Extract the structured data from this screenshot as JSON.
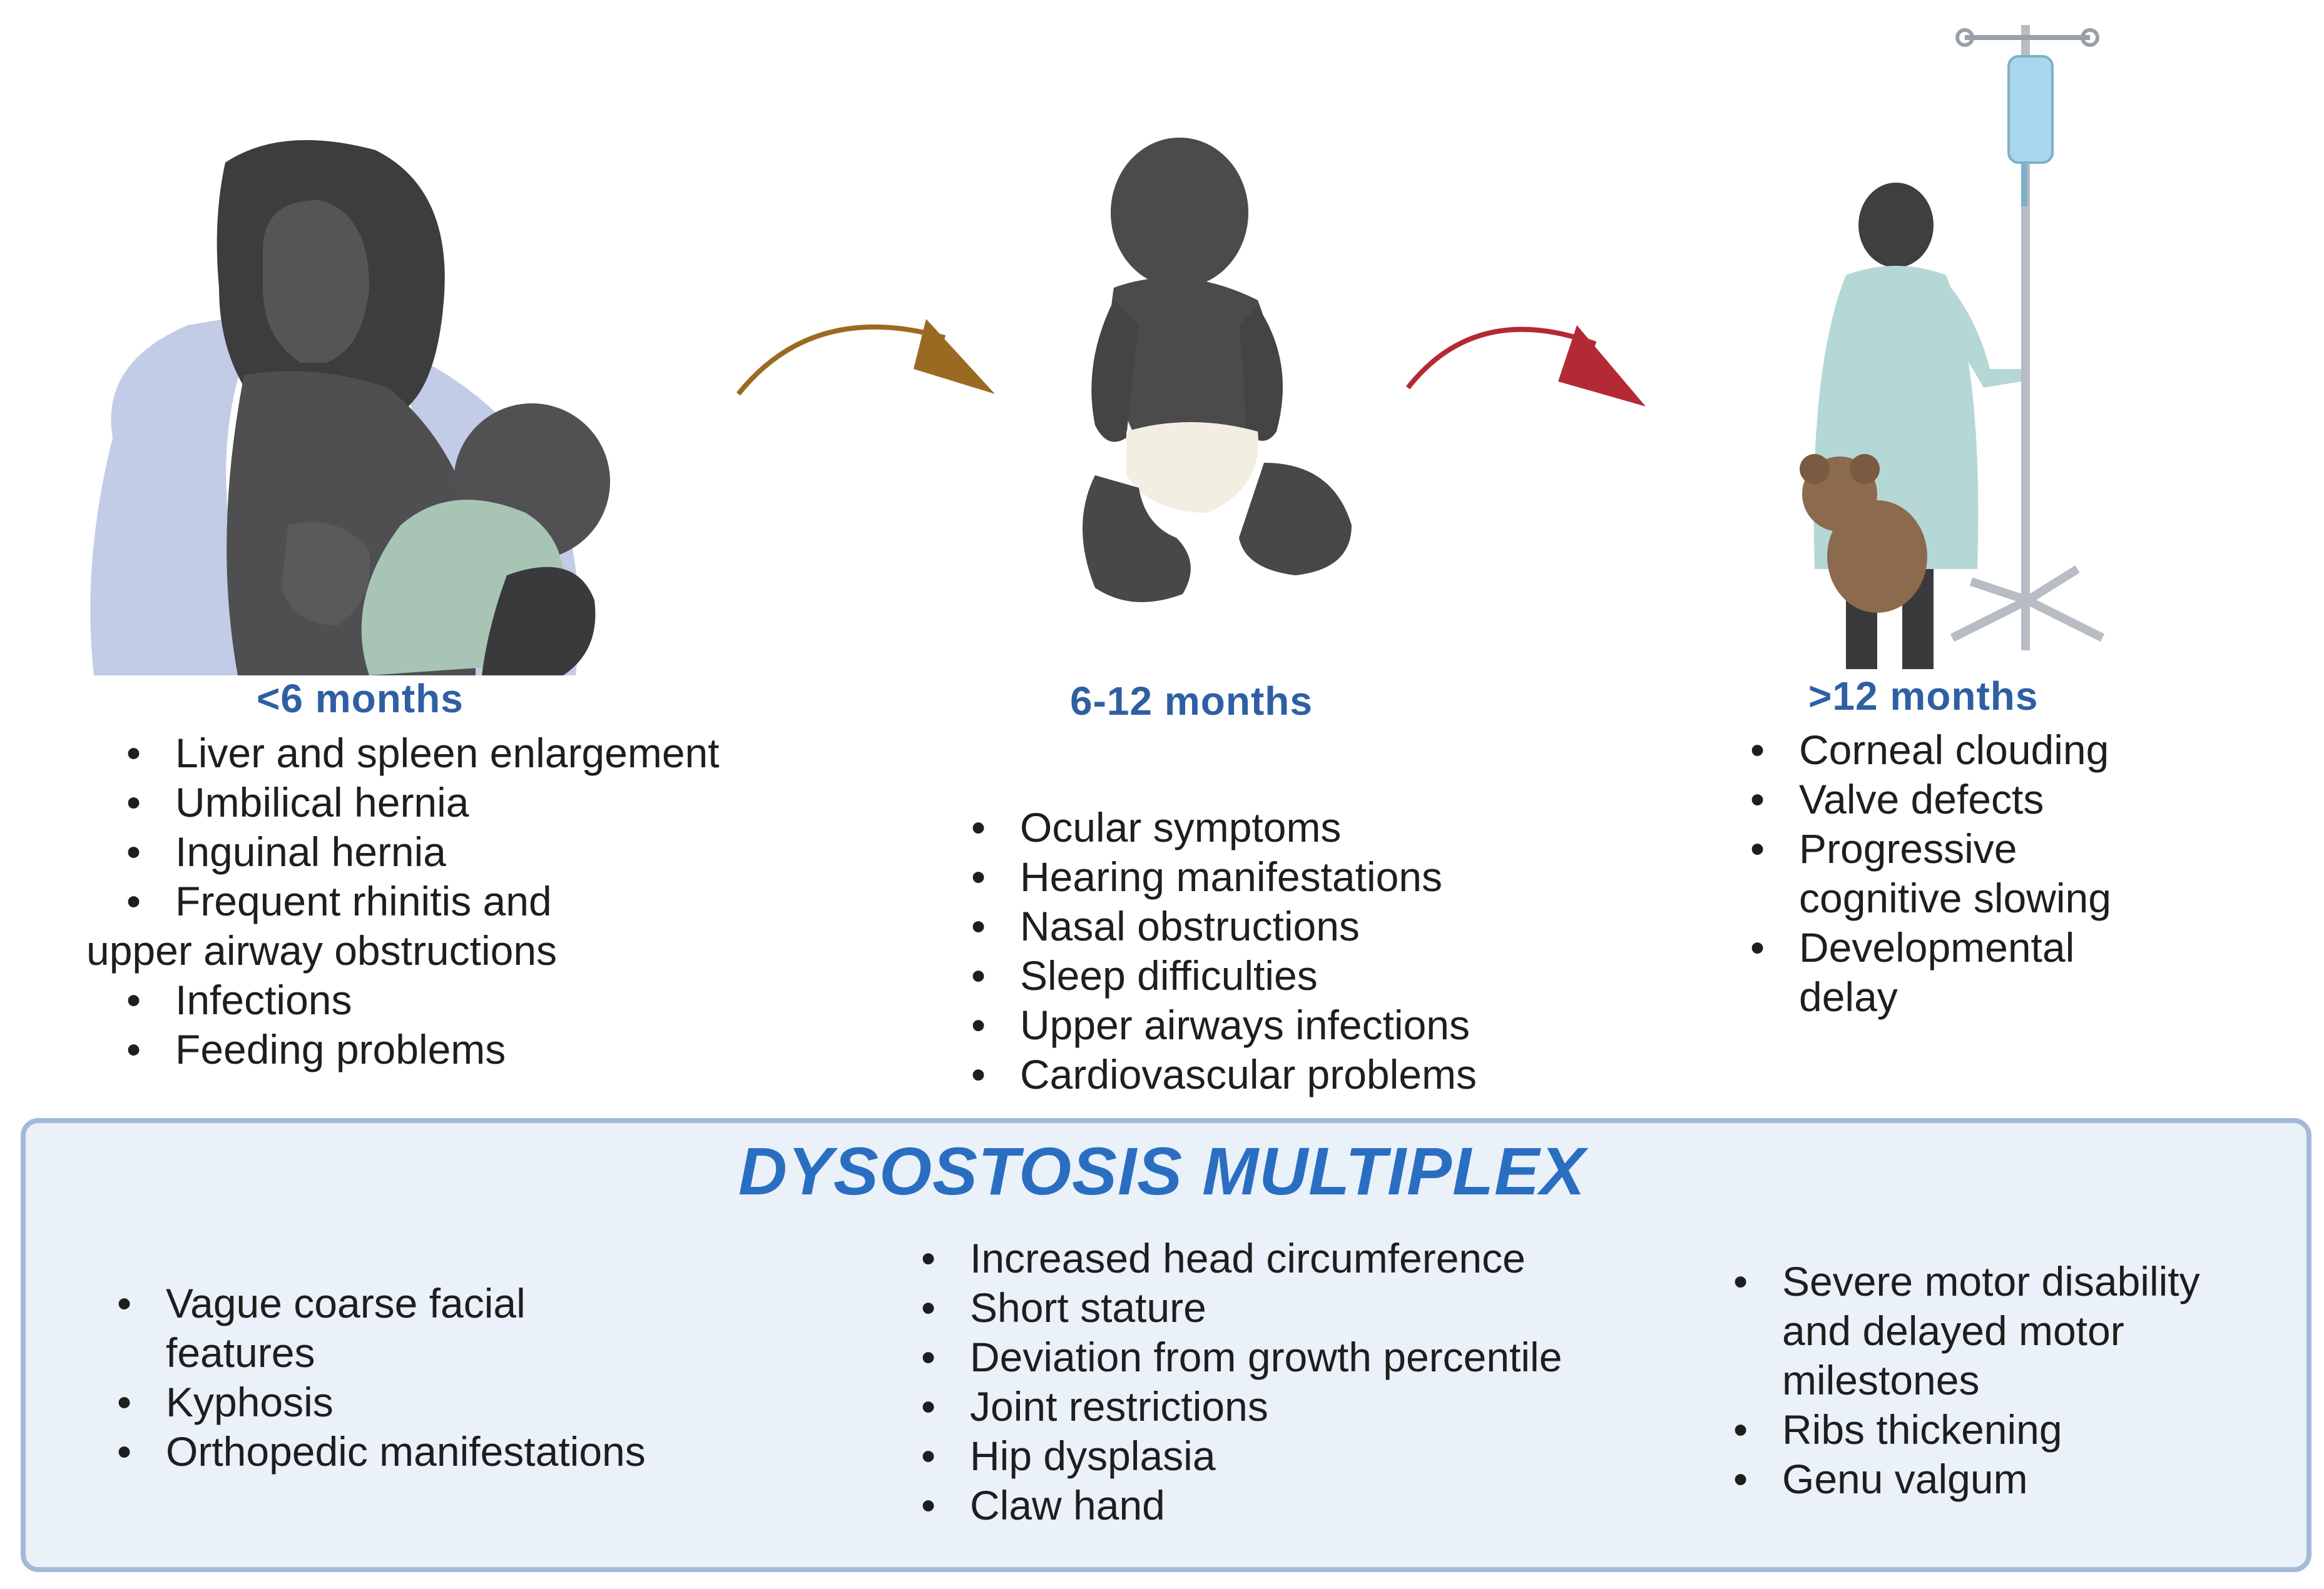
{
  "stages": [
    {
      "title": "<6 months",
      "items": [
        "Liver and spleen enlargement",
        "Umbilical hernia",
        "Inguinal hernia",
        "Frequent rhinitis and"
      ],
      "hanging_line": "upper airway obstructions",
      "items_after": [
        "Infections",
        "Feeding problems"
      ]
    },
    {
      "title": "6-12 months",
      "items": [
        "Ocular symptoms",
        "Hearing manifestations",
        "Nasal obstructions",
        "Sleep difficulties",
        "Upper airways infections",
        "Cardiovascular problems"
      ]
    },
    {
      "title": ">12 months",
      "items": [
        "Corneal clouding",
        "Valve defects",
        "Progressive cognitive slowing",
        "Developmental delay"
      ]
    }
  ],
  "dysostosis": {
    "title": "DYSOSTOSIS MULTIPLEX",
    "col1": [
      "Vague coarse facial features",
      "Kyphosis",
      "Orthopedic manifestations"
    ],
    "col2": [
      "Increased head circumference",
      "Short stature",
      "Deviation from growth percentile",
      "Joint restrictions",
      "Hip dysplasia",
      "Claw hand"
    ],
    "col3": [
      "Severe motor disability and delayed motor milestones",
      "Ribs thickening",
      "Genu valgum"
    ]
  },
  "illustrations": [
    "mother-breastfeeding-infant-icon",
    "sitting-baby-icon",
    "child-hospital-gown-iv-pole-icon"
  ],
  "colors": {
    "title_blue": "#2f5fa3",
    "dm_blue": "#2a6ec2",
    "arrow_brown": "#9a6a22",
    "arrow_red": "#b32a34",
    "box_fill": "#eaf1f8",
    "box_border": "#a4b9d9",
    "skin": "#4a4a4c"
  }
}
